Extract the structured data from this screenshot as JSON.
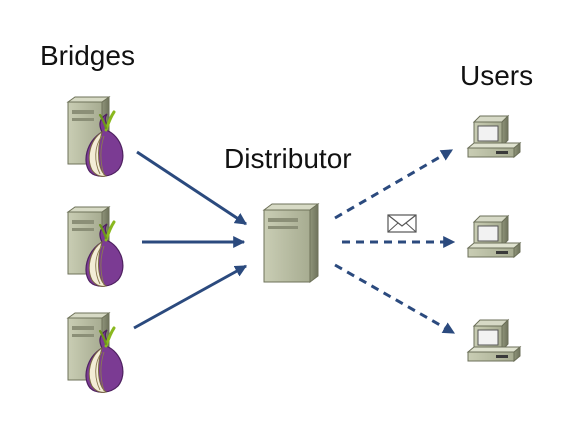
{
  "labels": {
    "bridges": "Bridges",
    "distributor": "Distributor",
    "users": "Users"
  },
  "icons": {
    "bridge": "tor-bridge-server-icon",
    "distributor": "distributor-server-icon",
    "user": "user-computer-icon",
    "envelope": "envelope-icon"
  },
  "colors": {
    "arrow": "#2B4A7E",
    "server_body": "#b3b89e",
    "onion_purple": "#7b3b93",
    "onion_green": "#8ab81f"
  }
}
